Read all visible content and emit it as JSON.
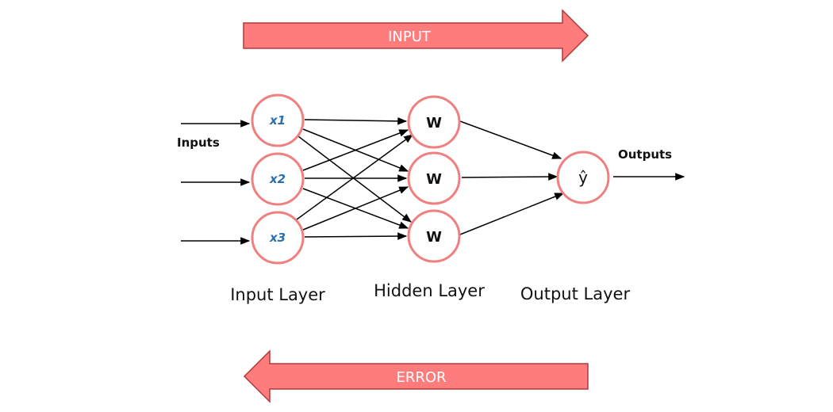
{
  "banner": {
    "input": "INPUT",
    "error": "ERROR"
  },
  "labels": {
    "inputs": "Inputs",
    "outputs": "Outputs"
  },
  "input_nodes": [
    "x1",
    "x2",
    "x3"
  ],
  "hidden_nodes": [
    "W",
    "W",
    "W"
  ],
  "output_node": "ŷ",
  "layers": {
    "input": "Input Layer",
    "hidden": "Hidden Layer",
    "output": "Output Layer"
  },
  "colors": {
    "arrow_fill": "#ff7c7c",
    "arrow_stroke": "#b03a3a",
    "node_stroke": "#f07f7f",
    "node_fill": "#ffffff"
  }
}
